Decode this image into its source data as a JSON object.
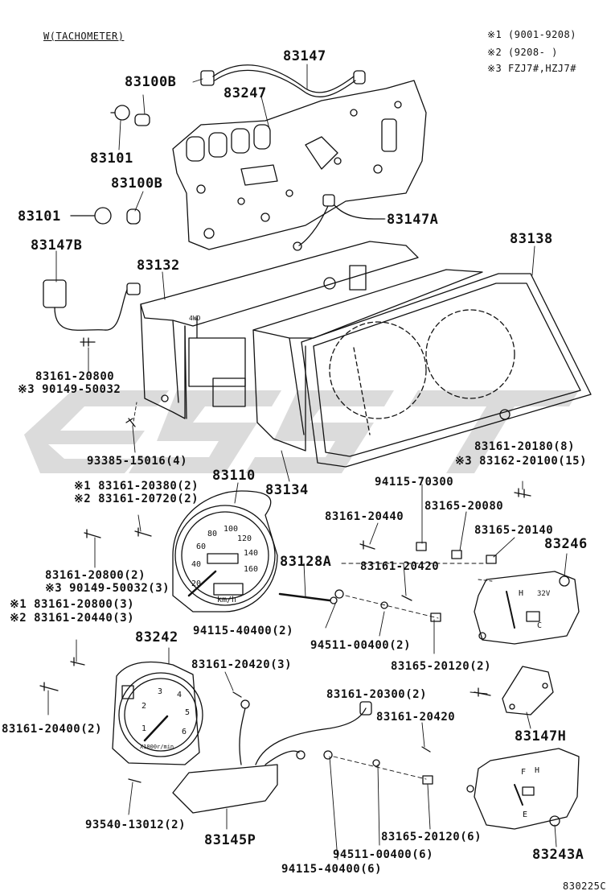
{
  "header": {
    "variant": "W(TACHOMETER)",
    "notes": [
      "※1 (9001-9208)",
      "※2 (9208-      )",
      "※3 FZJ7#,HZJ7#"
    ]
  },
  "labels": {
    "p83147": "83147",
    "p83100B_a": "83100B",
    "p83247": "83247",
    "p83101_a": "83101",
    "p83100B_b": "83100B",
    "p83101_b": "83101",
    "p83147A": "83147A",
    "p83147B": "83147B",
    "p83138": "83138",
    "p83132": "83132",
    "p83161_20800": "83161-20800",
    "p90149_50032": "※3 90149-50032",
    "p93385": "93385-15016(4)",
    "p83110": "83110",
    "p83134": "83134",
    "p83161_20180": "83161-20180(8)",
    "p83162_20100": "※3 83162-20100(15)",
    "p83161_20380": "※1 83161-20380(2)",
    "p83161_20720": "※2 83161-20720(2)",
    "p94115_70300": "94115-70300",
    "p83161_20440_a": "83161-20440",
    "p83165_20080": "83165-20080",
    "p83165_20140": "83165-20140",
    "p83246": "83246",
    "p83161_20800_2": "83161-20800(2)",
    "p90149_50032_3": "※3 90149-50032(3)",
    "p83128A": "83128A",
    "p83161_20420_a": "83161-20420",
    "p83161_20800_3": "※1 83161-20800(3)",
    "p83161_20440_3": "※2 83161-20440(3)",
    "p94115_40400_2": "94115-40400(2)",
    "p94511_00400_2": "94511-00400(2)",
    "p83242": "83242",
    "p83165_20120_2": "83165-20120(2)",
    "p83161_20420_3": "83161-20420(3)",
    "p83161_20300_2": "83161-20300(2)",
    "p83161_20400_2": "83161-20400(2)",
    "p83161_20420_b": "83161-20420",
    "p83147H": "83147H",
    "p93540": "93540-13012(2)",
    "p83145P": "83145P",
    "p83165_20120_6": "83165-20120(6)",
    "p94511_00400_6": "94511-00400(6)",
    "p83243A": "83243A",
    "p94115_40400_6": "94115-40400(6)"
  },
  "speedo": {
    "scale": [
      "20",
      "40",
      "60",
      "80",
      "100",
      "120",
      "140",
      "160"
    ],
    "unit": "km/h"
  },
  "tacho": {
    "scale": [
      "1",
      "2",
      "3",
      "4",
      "5",
      "6"
    ],
    "unit": "X1000r/min"
  },
  "panel_marks": {
    "fourwd": "4WD",
    "volt": "32V",
    "h1": "H",
    "c1": "C",
    "h2": "H",
    "f2": "F",
    "e2": "E"
  },
  "drawing_code": "830225C",
  "colors": {
    "ink": "#111111",
    "watermark": "#c8c8c8"
  }
}
